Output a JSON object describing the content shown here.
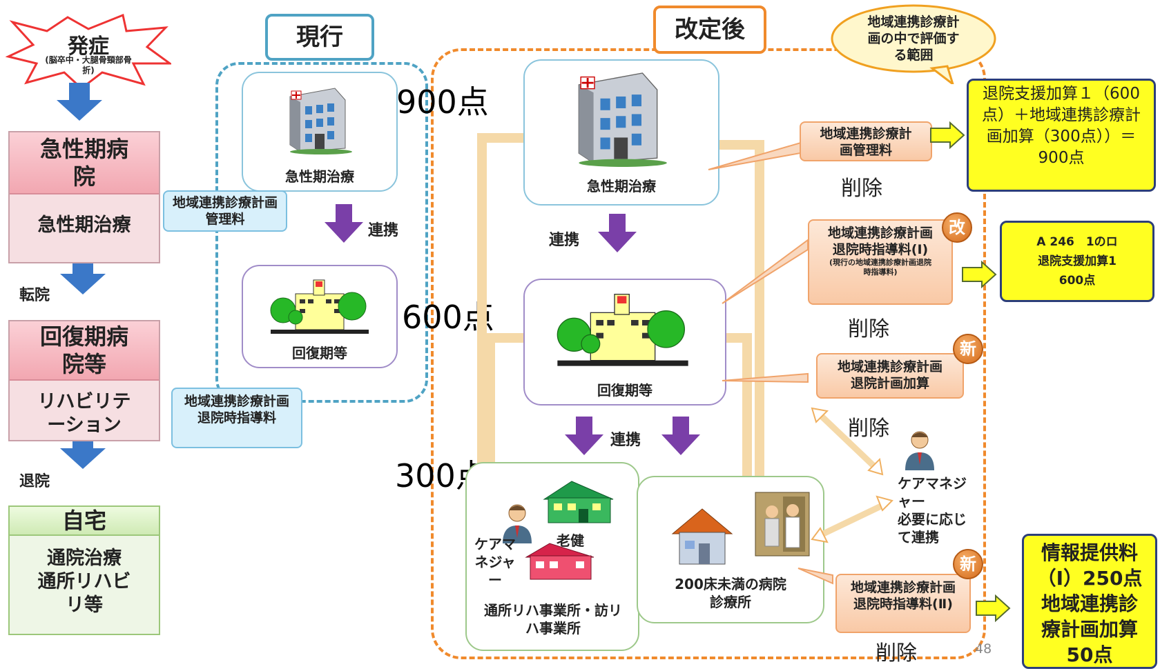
{
  "onset": {
    "title": "発症",
    "sub": "(脳卒中・大腿骨頸部骨折)"
  },
  "stages": [
    {
      "head": "急性期病院",
      "body": "急性期治療",
      "arrow_label": ""
    },
    {
      "head": "回復期病院等",
      "body": "リハビリテーション",
      "arrow_label": "転院"
    },
    {
      "head": "自宅",
      "body": "通院治療\n通所リハビリ等",
      "arrow_label": "退院"
    }
  ],
  "current": {
    "title": "現行",
    "acute_label": "急性期治療",
    "link_label": "連携",
    "recovery_label": "回復期等",
    "callout1": "地域連携診療計画管理料",
    "callout2": "地域連携診療計画退院時指導料"
  },
  "revised": {
    "title": "改定後",
    "scope_bubble": "地域連携診療計画の中で評価する範囲",
    "acute_label": "急性期治療",
    "link_label": "連携",
    "recovery_label": "回復期等",
    "care_manager": "ケアマネジャー",
    "roken": "老健",
    "day_rehab": "通所リハ事業所・訪リハ事業所",
    "small_hospital": "200床未満の病院\n診療所",
    "cm_right": "ケアマネジャー\n必要に応じて連携",
    "points_900": "900点",
    "points_600": "600点",
    "points_300": "300点"
  },
  "fees": [
    {
      "label": "地域連携診療計画管理料",
      "badge": "",
      "note": "",
      "deleted": "削除"
    },
    {
      "label": "地域連携診療計画退院時指導料(Ⅰ)",
      "badge": "改",
      "note": "(現行の地域連携診療計画退院時指導料)",
      "deleted": "削除"
    },
    {
      "label": "地域連携診療計画退院計画加算",
      "badge": "新",
      "note": "",
      "deleted": "削除"
    },
    {
      "label": "地域連携診療計画退院時指導料(Ⅱ)",
      "badge": "新",
      "note": "",
      "deleted": "削除"
    }
  ],
  "results": [
    {
      "text": "退院支援加算１（600点）＋地域連携診療計画加算（300点））＝900点"
    },
    {
      "line1": "A 246　1のロ",
      "line2": "退院支援加算1",
      "line3": "600点"
    },
    {
      "line1": "情報提供料",
      "line2": "（Ⅰ）250点",
      "line3": "地域連携診",
      "line4": "療計画加算",
      "line5": "50点"
    }
  ],
  "page_number": "48",
  "colors": {
    "blue_arrow": "#3b78c8",
    "purple_arrow": "#7a3fa8",
    "orange": "#f08a2c",
    "teal": "#4fa3c4",
    "yellow": "#ffff21"
  }
}
